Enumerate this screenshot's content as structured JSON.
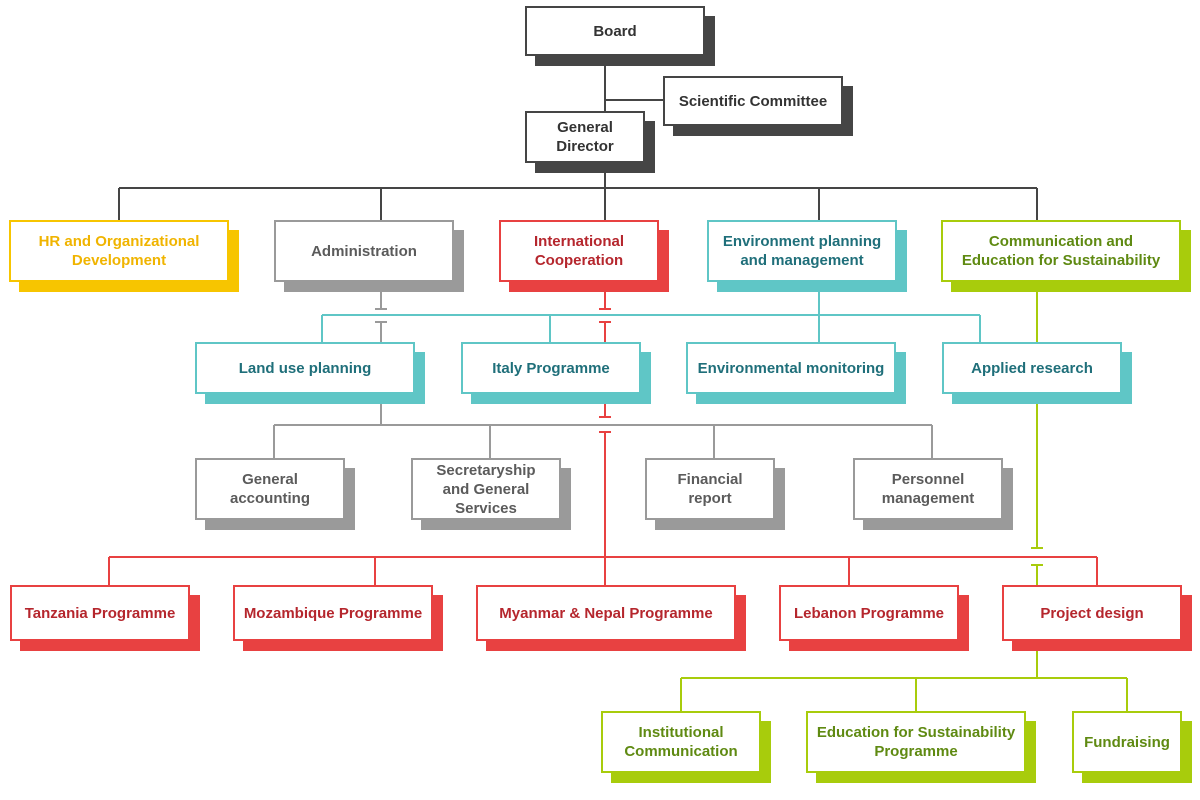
{
  "colors": {
    "dark": "#454545",
    "yellow": "#f7c500",
    "gray": "#9a9a9a",
    "red": "#e84141",
    "teal": "#5fc6c6",
    "green": "#a8cc0c"
  },
  "nodes": {
    "board": {
      "label": "Board"
    },
    "scientific_committee": {
      "label": "Scientific Committee"
    },
    "general_director": {
      "label": "General Director"
    },
    "hr": {
      "label": "HR and Organizational Development"
    },
    "administration": {
      "label": "Administration"
    },
    "international_cooperation": {
      "label": "International Cooperation"
    },
    "environment_planning": {
      "label": "Environment planning and management"
    },
    "communication_education": {
      "label": "Communication and Education for Sustainability"
    },
    "land_use": {
      "label": "Land use planning"
    },
    "italy": {
      "label": "Italy Programme"
    },
    "env_monitoring": {
      "label": "Environmental monitoring"
    },
    "applied_research": {
      "label": "Applied research"
    },
    "general_accounting": {
      "label": "General accounting"
    },
    "secretaryship": {
      "label": "Secretaryship and General Services"
    },
    "financial_report": {
      "label": "Financial report"
    },
    "personnel": {
      "label": "Personnel management"
    },
    "tanzania": {
      "label": "Tanzania Programme"
    },
    "mozambique": {
      "label": "Mozambique Programme"
    },
    "myanmar_nepal": {
      "label": "Myanmar & Nepal Programme"
    },
    "lebanon": {
      "label": "Lebanon Programme"
    },
    "project_design": {
      "label": "Project design"
    },
    "institutional_comm": {
      "label": "Institutional Communication"
    },
    "education_programme": {
      "label": "Education for Sustainability Programme"
    },
    "fundraising": {
      "label": "Fundraising"
    }
  }
}
